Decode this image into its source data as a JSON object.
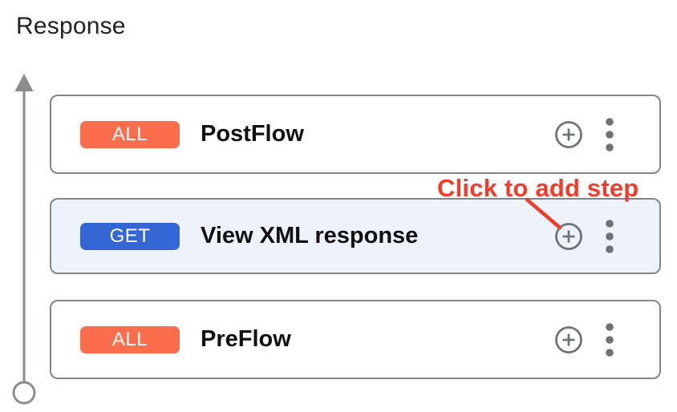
{
  "title": "Response",
  "annotation": {
    "text": "Click to add step",
    "color": "#f23b28"
  },
  "colors": {
    "method_all_badge": "#fa6c4a",
    "method_get_badge": "#3566d5",
    "selected_card_bg": "#eef2fb",
    "card_border": "#80868b",
    "icon_gray": "#6f7377",
    "arrow_gray": "#8c8c8c",
    "title_text": "#202124",
    "card_label_text": "#111111"
  },
  "flow": {
    "cards": [
      {
        "method": "ALL",
        "label": "PostFlow",
        "selected": false,
        "badge_color": "#fa6c4a"
      },
      {
        "method": "GET",
        "label": "View XML response",
        "selected": true,
        "badge_color": "#3566d5"
      },
      {
        "method": "ALL",
        "label": "PreFlow",
        "selected": false,
        "badge_color": "#fa6c4a"
      }
    ]
  }
}
